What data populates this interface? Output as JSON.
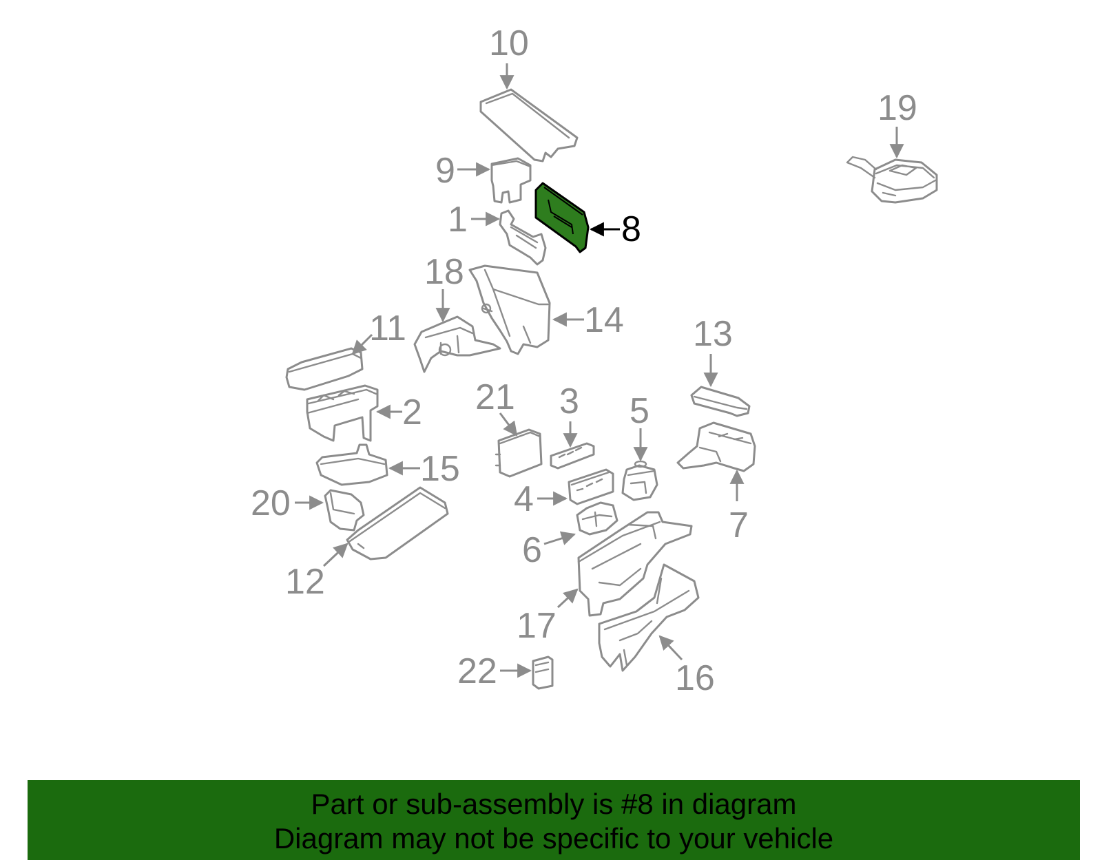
{
  "diagram": {
    "highlighted_callout": "8",
    "highlight_color": "#2e7d1e",
    "callout_color": "#8c8c8c",
    "callouts": {
      "c1": "1",
      "c2": "2",
      "c3": "3",
      "c4": "4",
      "c5": "5",
      "c6": "6",
      "c7": "7",
      "c8": "8",
      "c9": "9",
      "c10": "10",
      "c11": "11",
      "c12": "12",
      "c13": "13",
      "c14": "14",
      "c15": "15",
      "c16": "16",
      "c17": "17",
      "c18": "18",
      "c19": "19",
      "c20": "20",
      "c21": "21",
      "c22": "22"
    }
  },
  "banner": {
    "background": "#1b6b0e",
    "line1": "Part or sub-assembly is #8 in diagram",
    "line2": "Diagram may not be specific to your vehicle"
  }
}
